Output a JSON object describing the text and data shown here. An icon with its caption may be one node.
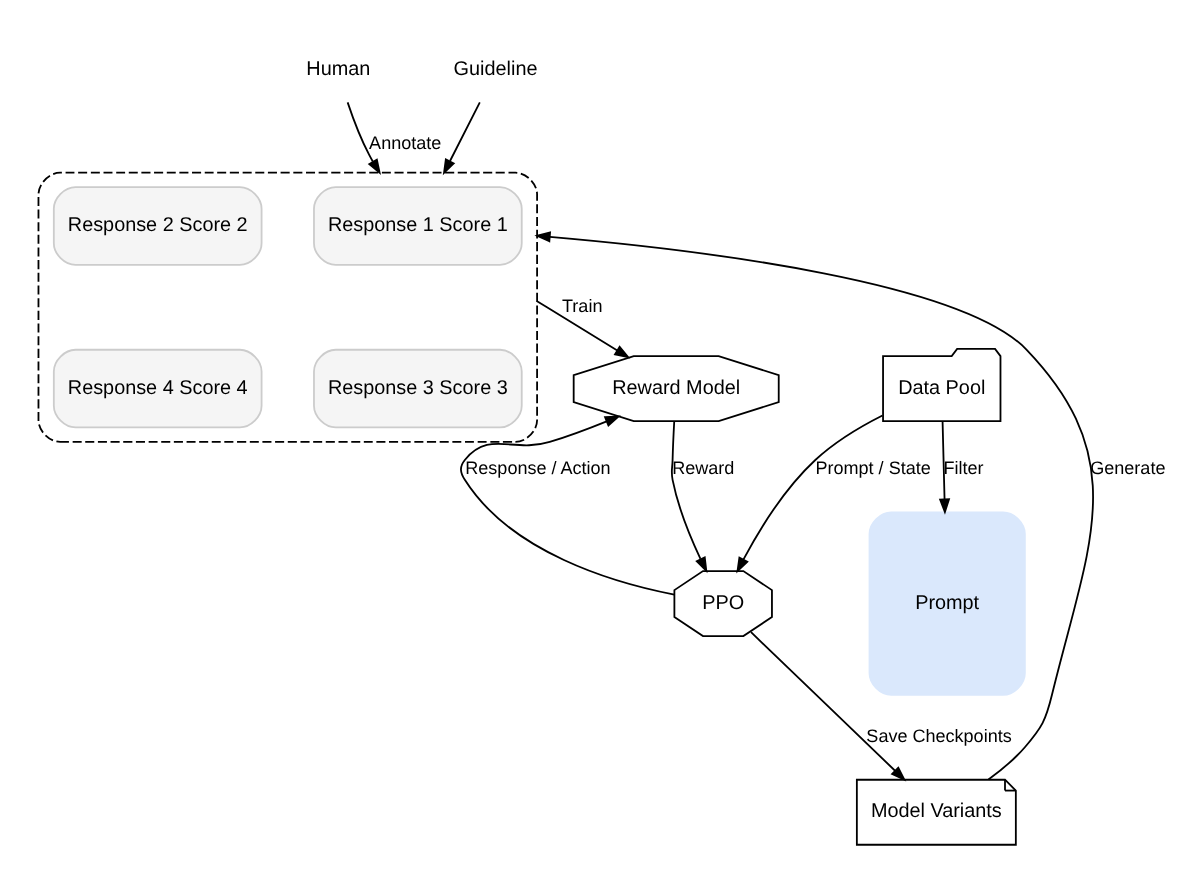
{
  "diagram": {
    "nodes": [
      {
        "text": [
          "Human"
        ]
      },
      {
        "text": [
          "Guideline"
        ]
      },
      {
        "text": [],
        "shape": "box"
      },
      {
        "text": [
          "Response 1 Score 1"
        ],
        "in": 2
      },
      {
        "text": [
          "Response 2 Score 2"
        ],
        "in": 2
      },
      {
        "text": [
          "Response 3 Score 3"
        ],
        "in": 2
      },
      {
        "text": [
          "Response 4 Score 4"
        ],
        "in": 2
      },
      {
        "text": [
          "Prompt"
        ]
      },
      {
        "text": [
          "Data Pool"
        ]
      },
      {
        "text": [
          "Model Variants"
        ]
      },
      {
        "text": [
          "Reward Model"
        ]
      },
      {
        "text": [
          "PPO"
        ]
      }
    ],
    "edges": [
      {
        "from": 0,
        "to": 2,
        "arrow": "to",
        "label": "Annotate"
      },
      {
        "from": 1,
        "to": 2,
        "arrow": "to"
      },
      {
        "from": 8,
        "to": 7,
        "arrow": "to",
        "label": "Filter"
      },
      {
        "from": 9,
        "to": 2,
        "arrow": "to",
        "label": "Generate"
      },
      {
        "from": 2,
        "to": 10,
        "arrow": "to",
        "label": "Train"
      },
      {
        "from": 11,
        "to": 10,
        "arrow": "to",
        "label": "Response / Action"
      },
      {
        "from": 10,
        "to": 11,
        "arrow": "to",
        "label": "Reward"
      },
      {
        "from": 11,
        "to": 9,
        "arrow": "to",
        "label": "Save Checkpoints"
      },
      {
        "from": 8,
        "to": 11,
        "arrow": "to",
        "label": "Prompt / State"
      }
    ]
  }
}
